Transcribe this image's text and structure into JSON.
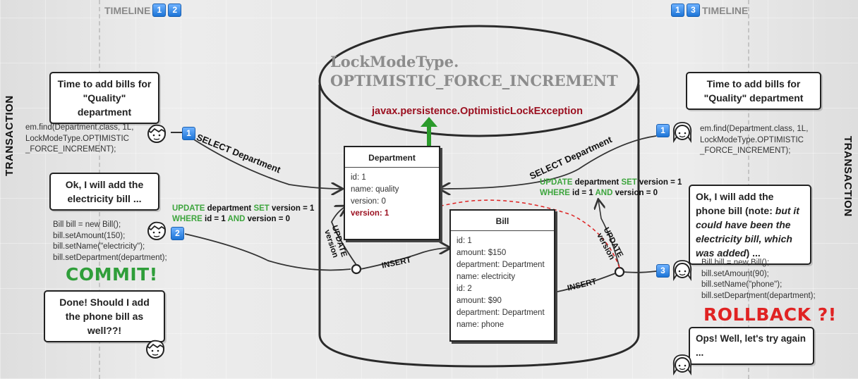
{
  "timeline_left": {
    "label": "TIMELINE",
    "badges": [
      "1",
      "2"
    ]
  },
  "timeline_right": {
    "label": "TIMELINE",
    "badges": [
      "1",
      "3"
    ]
  },
  "transaction_label": "TRANSACTION",
  "database": {
    "lockmode_line1": "LockModeType.",
    "lockmode_line2": "OPTIMISTIC_FORCE_INCREMENT",
    "exception": "javax.persistence.OptimisticLockException",
    "department": {
      "title": "Department",
      "rows": [
        "id: 1",
        "name: quality",
        "version: 0",
        "version: 1"
      ]
    },
    "bill": {
      "title": "Bill",
      "rows": [
        "id: 1",
        "amount: $150",
        "department: Department",
        "name: electricity",
        "id: 2",
        "amount: $90",
        "department: Department",
        "name: phone"
      ]
    }
  },
  "left_tx": {
    "bubble1": "Time to add bills for \"Quality\" department",
    "code1": [
      "em.find(Department.class, 1L,",
      "LockModeType.OPTIMISTIC",
      "_FORCE_INCREMENT);"
    ],
    "step1": "1",
    "edge_select": "SELECT Department",
    "bubble2": "Ok, I will add the electricity bill ...",
    "code2": [
      "Bill bill = new Bill();",
      "bill.setAmount(150);",
      "bill.setName(\"electricity\");",
      "bill.setDepartment(department);"
    ],
    "step2": "2",
    "sql_update": {
      "kw1": "UPDATE",
      "t1": " department ",
      "kw2": "SET",
      "t2": " version = 1",
      "kw3": "WHERE",
      "t3": " id = 1 ",
      "kw4": "AND",
      "t4": " version = 0"
    },
    "edge_update_version": "UPDATE version",
    "edge_insert": "INSERT",
    "commit": "COMMIT!",
    "bubble3": "Done! Should I add the phone bill as well??!"
  },
  "right_tx": {
    "bubble1": "Time to add bills for \"Quality\" department",
    "code1": [
      "em.find(Department.class, 1L,",
      "LockModeType.OPTIMISTIC",
      "_FORCE_INCREMENT);"
    ],
    "step1": "1",
    "edge_select": "SELECT Department",
    "sql_update": {
      "kw1": "UPDATE",
      "t1": " department ",
      "kw2": "SET",
      "t2": " version = 1",
      "kw3": "WHERE",
      "t3": " id = 1 ",
      "kw4": "AND",
      "t4": " version = 0"
    },
    "bubble2_plain1": "Ok, I will add the phone bill (note: ",
    "bubble2_italic": "but it could have been the electricity bill, which was added",
    "bubble2_plain2": ") ...",
    "code2": [
      "Bill bill = new Bill();",
      "bill.setAmount(90);",
      "bill.setName(\"phone\");",
      "bill.setDepartment(department);"
    ],
    "step3": "3",
    "edge_update_version": "UPDATE version",
    "edge_insert": "INSERT",
    "rollback": "ROLLBACK ?!",
    "bubble3": "Ops! Well, let's try again ..."
  },
  "colors": {
    "keyword_green": "#3da53d",
    "exception_red": "#9b1020",
    "commit_green": "#2f9e3a",
    "rollback_red": "#e02323",
    "badge_blue": "#1c74d6"
  }
}
